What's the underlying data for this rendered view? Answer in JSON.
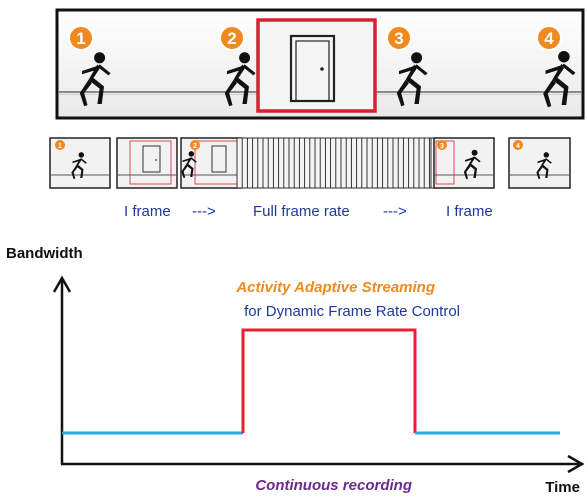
{
  "strip": {
    "badges": [
      "1",
      "2",
      "3",
      "4"
    ]
  },
  "frames": {
    "badges": [
      "1",
      "2",
      "3",
      "4"
    ],
    "caption": {
      "left": "I frame",
      "arrow1": "--->",
      "middle": "Full frame rate",
      "arrow2": "--->",
      "right": "I frame"
    }
  },
  "graph": {
    "ylabel": "Bandwidth",
    "xlabel": "Time",
    "title_line1": "Activity Adaptive Streaming",
    "title_line2": "for Dynamic Frame Rate Control",
    "bottom_label": "Continuous recording"
  },
  "colors": {
    "accent_orange": "#f08a1e",
    "door_box_red": "#d6212e",
    "pulse_red": "#e8202f",
    "baseline_blue": "#29a8e0",
    "subtitle_blue": "#1f3a9a",
    "bottom_purple": "#6a2a8f",
    "floor_gray": "#8a8a8a",
    "panel_bg": "#f2f2f2"
  }
}
